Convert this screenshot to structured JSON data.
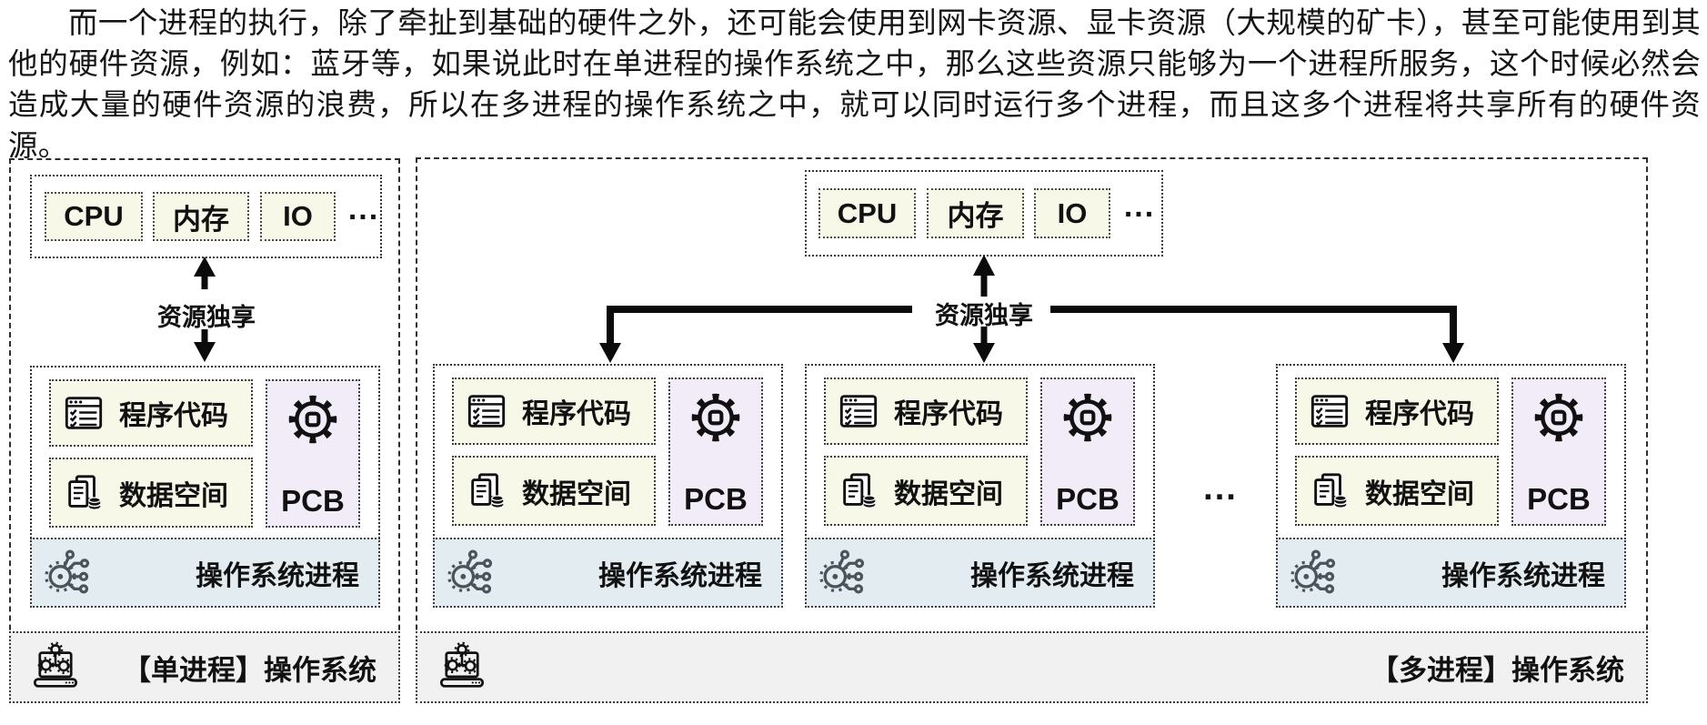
{
  "intro": {
    "text": "而一个进程的执行，除了牵扯到基础的硬件之外，还可能会使用到网卡资源、显卡资源（大规模的矿卡），甚至可能使用到其他的硬件资源，例如：蓝牙等，如果说此时在单进程的操作系统之中，那么这些资源只能够为一个进程所服务，这个时候必然会造成大量的硬件资源的浪费，所以在多进程的操作系统之中，就可以同时运行多个进程，而且这多个进程将共享所有的硬件资源。"
  },
  "hardware": {
    "cpu": "CPU",
    "memory": "内存",
    "io": "IO",
    "ellipsis": "..."
  },
  "connector": {
    "label": "资源独享"
  },
  "process_card": {
    "program_code": "程序代码",
    "data_space": "数据空间",
    "pcb": "PCB",
    "os_process": "操作系统进程"
  },
  "panels": {
    "single": {
      "footer": "【单进程】操作系统"
    },
    "multi": {
      "footer": "【多进程】操作系统",
      "more_processes_ellipsis": "..."
    }
  },
  "icons": {
    "program_code": "window-checklist-icon",
    "data_space": "documents-database-icon",
    "pcb": "gear-icon",
    "os_process": "gear-circuit-icon",
    "footer": "laptop-gears-icon"
  },
  "colors": {
    "chip_cream": "#f8f8e8",
    "pcb_lavender": "#f1ecf8",
    "os_bar_blue": "#e3edf1",
    "footer_gray": "#f1f1f1",
    "ink": "#111111"
  }
}
